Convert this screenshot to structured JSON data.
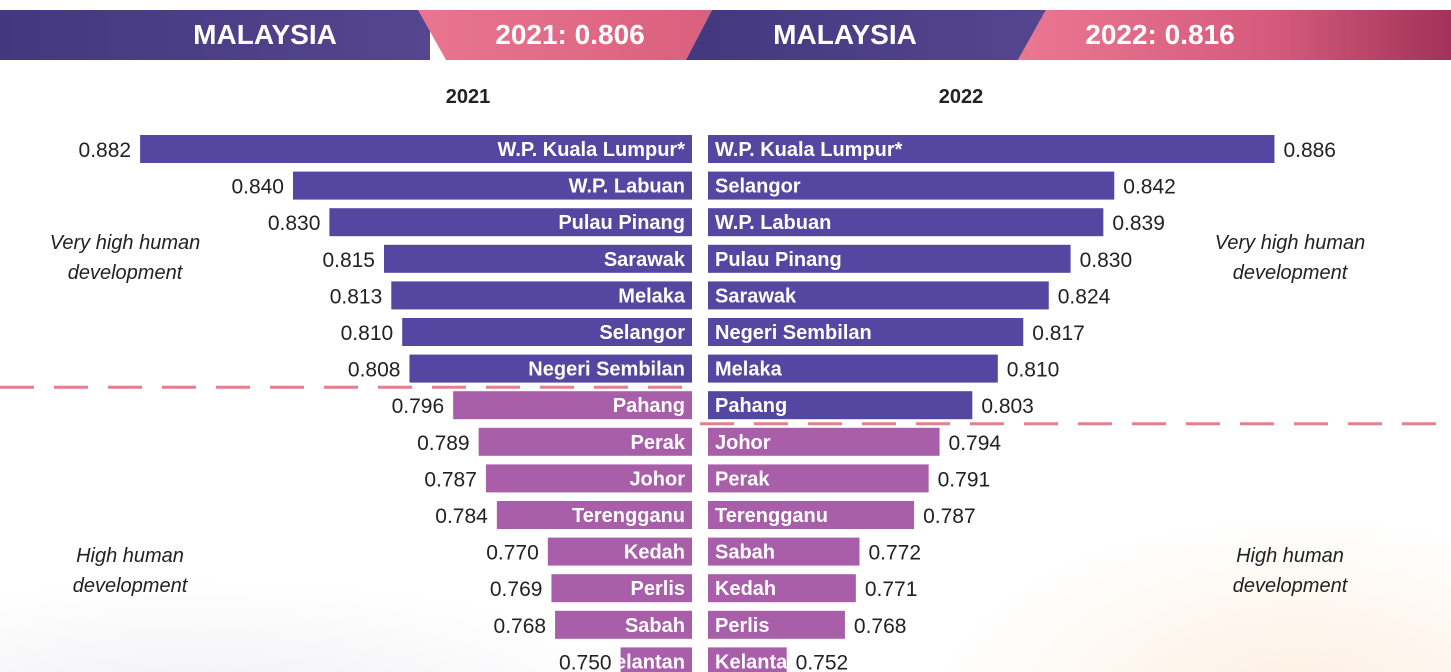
{
  "header": {
    "left_country": "MALAYSIA",
    "left_value": "2021: 0.806",
    "right_country": "MALAYSIA",
    "right_value": "2022: 0.816"
  },
  "tiers": {
    "very_high": "Very high human development",
    "high": "High human development"
  },
  "colors": {
    "very_high_bar": "#5546a1",
    "high_bar": "#a95ea9",
    "banner_dark": "#4c3f8e",
    "banner_pink": "#e4708a",
    "threshold_line": "#e57f8e"
  },
  "chart_data": [
    {
      "type": "bar",
      "title": "2021",
      "orientation": "horizontal",
      "categories": [
        "W.P. Kuala Lumpur*",
        "W.P. Labuan",
        "Pulau Pinang",
        "Sarawak",
        "Melaka",
        "Selangor",
        "Negeri Sembilan",
        "Pahang",
        "Perak",
        "Johor",
        "Terengganu",
        "Kedah",
        "Perlis",
        "Sabah",
        "Kelantan"
      ],
      "values": [
        0.882,
        0.84,
        0.83,
        0.815,
        0.813,
        0.81,
        0.808,
        0.796,
        0.789,
        0.787,
        0.784,
        0.77,
        0.769,
        0.768,
        0.75
      ],
      "value_labels": [
        "0.882",
        "0.840",
        "0.830",
        "0.815",
        "0.813",
        "0.810",
        "0.808",
        "0.796",
        "0.789",
        "0.787",
        "0.784",
        "0.770",
        "0.769",
        "0.768",
        "0.750"
      ],
      "very_high_count": 7
    },
    {
      "type": "bar",
      "title": "2022",
      "orientation": "horizontal",
      "categories": [
        "W.P. Kuala Lumpur*",
        "Selangor",
        "W.P. Labuan",
        "Pulau Pinang",
        "Sarawak",
        "Negeri Sembilan",
        "Melaka",
        "Pahang",
        "Johor",
        "Perak",
        "Terengganu",
        "Sabah",
        "Kedah",
        "Perlis",
        "Kelantan"
      ],
      "values": [
        0.886,
        0.842,
        0.839,
        0.83,
        0.824,
        0.817,
        0.81,
        0.803,
        0.794,
        0.791,
        0.787,
        0.772,
        0.771,
        0.768,
        0.752
      ],
      "value_labels": [
        "0.886",
        "0.842",
        "0.839",
        "0.830",
        "0.824",
        "0.817",
        "0.810",
        "0.803",
        "0.794",
        "0.791",
        "0.787",
        "0.772",
        "0.771",
        "0.768",
        "0.752"
      ],
      "very_high_count": 8
    }
  ]
}
